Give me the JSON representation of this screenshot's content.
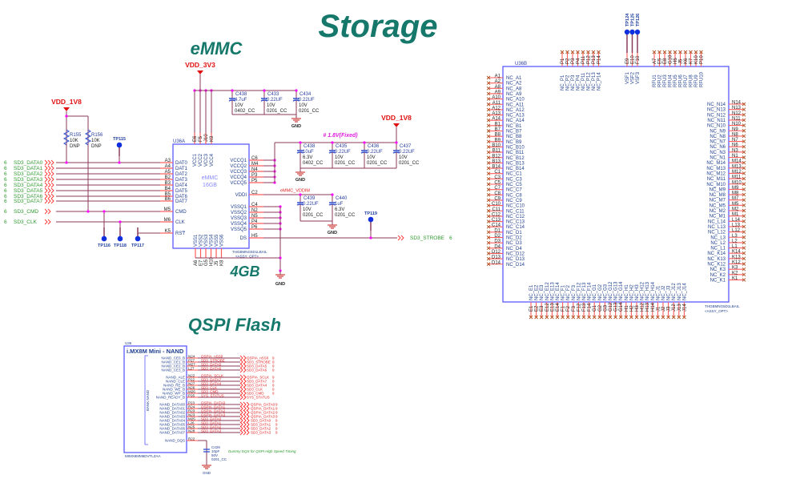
{
  "title": "Storage",
  "sections": {
    "emmc": "eMMC",
    "qspi": "QSPI Flash",
    "capacity": "4GB"
  },
  "colors": {
    "title": "#15786b",
    "pin_line": "#ff5c5c",
    "wire": "#8b3a5a",
    "symbol": "#5a5aff",
    "net_label": "#2e9a2e",
    "power": "#e01010",
    "junction": "#ff00ff",
    "test_point": "#1030e0"
  },
  "emmc": {
    "ref": "U36A",
    "inner": [
      "eMMC",
      "16GB"
    ],
    "part": "THGBMNG5D1LBAIL",
    "option": "<ASSY_OPT>",
    "power_3v3": "VDD_3V3",
    "power_1v8_left": "VDD_1V8",
    "power_1v8_right": "VDD_1V8",
    "fixed_note": "# 1.8V(Fixed)",
    "vddim_net": "eMMC_VDDIM",
    "left_pins": [
      {
        "num": "A3",
        "name": "DAT0",
        "net": "SD3_DATA0",
        "page": "6"
      },
      {
        "num": "A4",
        "name": "DAT1",
        "net": "SD3_DATA1",
        "page": "6"
      },
      {
        "num": "A5",
        "name": "DAT2",
        "net": "SD3_DATA2",
        "page": "6"
      },
      {
        "num": "B2",
        "name": "DAT3",
        "net": "SD3_DATA3",
        "page": "6"
      },
      {
        "num": "B3",
        "name": "DAT4",
        "net": "SD3_DATA4",
        "page": "6"
      },
      {
        "num": "B4",
        "name": "DAT5",
        "net": "SD3_DATA5",
        "page": "6"
      },
      {
        "num": "B5",
        "name": "DAT6",
        "net": "SD3_DATA6",
        "page": "6"
      },
      {
        "num": "B6",
        "name": "DAT7",
        "net": "SD3_DATA7",
        "page": "6"
      },
      {
        "num": "M5",
        "name": "CMD",
        "net": "SD3_CMD",
        "page": "6"
      },
      {
        "num": "M6",
        "name": "CLK",
        "net": "SD3_CLK",
        "page": "6"
      },
      {
        "num": "K5",
        "name": "RST",
        "net": "",
        "page": ""
      }
    ],
    "top_pins": [
      {
        "num": "E6",
        "name": "VCC1"
      },
      {
        "num": "F5",
        "name": "VCC2"
      },
      {
        "num": "J10",
        "name": "VCC3"
      },
      {
        "num": "K9",
        "name": "VCC4"
      }
    ],
    "right_pins": [
      {
        "num": "C6",
        "name": "VCCQ1"
      },
      {
        "num": "M4",
        "name": "VCCQ2"
      },
      {
        "num": "N4",
        "name": "VCCQ3"
      },
      {
        "num": "P3",
        "name": "VCCQ4"
      },
      {
        "num": "P5",
        "name": "VCCQ5"
      },
      {
        "num": "C2",
        "name": "VDDI"
      },
      {
        "num": "C4",
        "name": "VSSQ1"
      },
      {
        "num": "N2",
        "name": "VSSQ2"
      },
      {
        "num": "N5",
        "name": "VSSQ3"
      },
      {
        "num": "P4",
        "name": "VSSQ4"
      },
      {
        "num": "P6",
        "name": "VSSQ5"
      },
      {
        "num": "H5",
        "name": "DS"
      }
    ],
    "bottom_pins": [
      {
        "num": "A6",
        "name": "VSS1"
      },
      {
        "num": "E7",
        "name": "VSS2"
      },
      {
        "num": "G5",
        "name": "VSS3"
      },
      {
        "num": "H10",
        "name": "VSS4"
      },
      {
        "num": "J5",
        "name": "VSS5"
      },
      {
        "num": "K8",
        "name": "VSS6"
      }
    ],
    "strobe": {
      "net": "SD3_STROBE",
      "page": "6"
    },
    "resistors": [
      {
        "ref": "R155",
        "value": "10K",
        "note": "DNP"
      },
      {
        "ref": "R156",
        "value": "10K",
        "note": "DNP"
      }
    ],
    "test_points": [
      "TP115",
      "TP116",
      "TP118",
      "TP117",
      "TP119"
    ],
    "caps_3v3": [
      {
        "ref": "C438",
        "value": "4.7uF",
        "volt": "10V",
        "pkg": "0402_CC"
      },
      {
        "ref": "C433",
        "value": "0.22UF",
        "volt": "10V",
        "pkg": "0201_CC"
      },
      {
        "ref": "C434",
        "value": "0.22UF",
        "volt": "10V",
        "pkg": "0201_CC"
      }
    ],
    "caps_1v8": [
      {
        "ref": "C438",
        "value": "10uF",
        "volt": "6.3V",
        "pkg": "0402_CC"
      },
      {
        "ref": "C435",
        "value": "0.22UF",
        "volt": "10V",
        "pkg": "0201_CC"
      },
      {
        "ref": "C436",
        "value": "0.22UF",
        "volt": "10V",
        "pkg": "0201_CC"
      },
      {
        "ref": "C437",
        "value": "0.22UF",
        "volt": "10V",
        "pkg": "0201_CC"
      }
    ],
    "caps_vddi": [
      {
        "ref": "C439",
        "value": "0.22UF",
        "volt": "10V",
        "pkg": "0201_CC"
      },
      {
        "ref": "C440",
        "value": "1uF",
        "volt": "6.3V",
        "pkg": "0201_CC"
      }
    ],
    "gnd": "GND"
  },
  "emmc_nc": {
    "ref": "U36B",
    "part": "THGBMNG5D1LBAIL",
    "option": "<ASSY_OPT>",
    "left_pins": [
      "A1",
      "A2",
      "A8",
      "A9",
      "A10",
      "A11",
      "A12",
      "A13",
      "A14",
      "B1",
      "B7",
      "B8",
      "B9",
      "B10",
      "B11",
      "B12",
      "B13",
      "B14",
      "C1",
      "C3",
      "C5",
      "C7",
      "C8",
      "C9",
      "C10",
      "C11",
      "C12",
      "C13",
      "C14",
      "D1",
      "D2",
      "D3",
      "D4",
      "D12",
      "D13",
      "D14"
    ],
    "right_pins": [
      "N14",
      "N13",
      "N12",
      "N11",
      "N10",
      "N9",
      "N8",
      "N7",
      "N6",
      "N3",
      "N1",
      "M14",
      "M13",
      "M12",
      "M11",
      "M10",
      "M9",
      "M8",
      "M7",
      "M5",
      "M2",
      "M1",
      "L14",
      "L13",
      "L12",
      "L3",
      "L2",
      "L1",
      "K14",
      "K13",
      "K12",
      "K3",
      "K2",
      "K1"
    ],
    "top_nc_pins": [
      "P1",
      "P2",
      "P3",
      "P4",
      "P11",
      "P12",
      "P13",
      "P14"
    ],
    "top_vsf_pins": [
      {
        "num": "E9",
        "name": "VSF1"
      },
      {
        "num": "E10",
        "name": "VSF2"
      },
      {
        "num": "F10",
        "name": "VSF3"
      }
    ],
    "vsf_test_points": [
      "TP124",
      "TP125",
      "TP126"
    ],
    "top_rfu_pins": [
      {
        "num": "A7",
        "name": "RFU1"
      },
      {
        "num": "E5",
        "name": "RFU2"
      },
      {
        "num": "E8",
        "name": "RFU3"
      },
      {
        "num": "G10",
        "name": "RFU4"
      },
      {
        "num": "H5",
        "name": "RFU5"
      },
      {
        "num": "J5",
        "name": "RFU6"
      },
      {
        "num": "K6",
        "name": "RFU7"
      },
      {
        "num": "K7",
        "name": "RFU8"
      },
      {
        "num": "K10",
        "name": "RFU9"
      },
      {
        "num": "P10",
        "name": "RFU10"
      }
    ],
    "bottom_pins": [
      "E1",
      "E2",
      "E3",
      "E12",
      "E13",
      "E14",
      "F1",
      "F2",
      "F3",
      "F12",
      "F13",
      "F14",
      "G1",
      "G2",
      "G3",
      "G12",
      "G13",
      "G14",
      "H1",
      "H2",
      "H3",
      "H12",
      "H13",
      "H14",
      "J1",
      "J2",
      "J3",
      "J12",
      "J13",
      "J14"
    ]
  },
  "qspi": {
    "ref": "U36",
    "title": "i.MX8M Mini - NAND",
    "part": "MIMX8MM6DVTLZAA",
    "bank": "BANK NAND",
    "rows": [
      {
        "name": "NAND_CE0_B",
        "num": "N24",
        "wire": "QSPIA_nSS0",
        "net": "QSPIA_nSS0",
        "page": "9"
      },
      {
        "name": "NAND_CE1_B",
        "num": "P27",
        "wire": "SD3_STROBE",
        "net": "SD3_STROBE",
        "page": "9"
      },
      {
        "name": "NAND_CE2_B",
        "num": "M27",
        "wire": "SD3_DATA5",
        "net": "SD3_DATA5",
        "page": "9"
      },
      {
        "name": "NAND_CE3_B",
        "num": "L27",
        "wire": "SD3_DATA6",
        "net": "SD3_DATA6",
        "page": "9"
      },
      {
        "name": "NAND_ALE",
        "num": "N22",
        "wire": "QSPIA_SCLK",
        "net": "QSPIA_SCLK",
        "page": "9"
      },
      {
        "name": "NAND_CLE",
        "num": "P22",
        "wire": "SD3_DATA7",
        "net": "SD3_DATA7",
        "page": "9"
      },
      {
        "name": "NAND_RE_B",
        "num": "N27",
        "wire": "SD3_DATA4",
        "net": "SD3_DATA4",
        "page": "9"
      },
      {
        "name": "NAND_WE_B",
        "num": "N26",
        "wire": "SD3_CLK",
        "net": "SD3_CLK",
        "page": "9"
      },
      {
        "name": "NAND_WP_B",
        "num": "M26",
        "wire": "SD3_CMD",
        "net": "SD3_CMD",
        "page": "9"
      },
      {
        "name": "NAND_READY_B",
        "num": "P26",
        "wire": "SYS_STATUS",
        "net": "SYS_STATUS",
        "page": ""
      },
      {
        "name": "NAND_DATA00",
        "num": "P23",
        "wire": "QSPIA_DATA0",
        "net": "QSPIA_DATA0",
        "page": "9"
      },
      {
        "name": "NAND_DATA01",
        "num": "R24",
        "wire": "QSPIA_DATA1",
        "net": "QSPIA_DATA1",
        "page": "9"
      },
      {
        "name": "NAND_DATA02",
        "num": "R23",
        "wire": "QSPIA_DATA2",
        "net": "QSPIA_DATA2",
        "page": "9"
      },
      {
        "name": "NAND_DATA03",
        "num": "N23",
        "wire": "QSPIA_DATA3",
        "net": "QSPIA_DATA3",
        "page": "9"
      },
      {
        "name": "NAND_DATA04",
        "num": "M25",
        "wire": "SD3_DATA0",
        "net": "SD3_DATA0",
        "page": "9"
      },
      {
        "name": "NAND_DATA05",
        "num": "L26",
        "wire": "SD3_DATA1",
        "net": "SD3_DATA1",
        "page": "9"
      },
      {
        "name": "NAND_DATA06",
        "num": "N25",
        "wire": "SD3_DATA2",
        "net": "SD3_DATA2",
        "page": "9"
      },
      {
        "name": "NAND_DATA07",
        "num": "N28",
        "wire": "SD3_DATA3",
        "net": "SD3_DATA3",
        "page": "9"
      }
    ],
    "dqs": {
      "name": "NAND_DQS",
      "num": "R22"
    },
    "dqs_cap": {
      "ref": "C429",
      "value": "10pF",
      "volt": "50V",
      "pkg": "0201_CC"
    },
    "dqs_note": "Dummy DQS for QSPI High Speed Timing",
    "gnd": "GND"
  }
}
